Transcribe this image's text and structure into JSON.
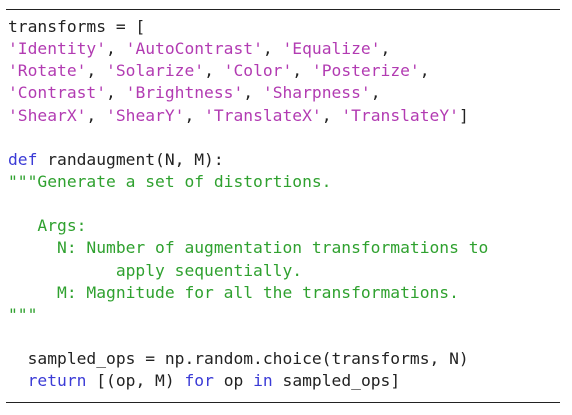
{
  "colors": {
    "string": "#b23bb2",
    "keyword": "#3b3bd6",
    "docstring": "#2fa12f",
    "text": "#222222"
  },
  "code": [
    [
      {
        "t": "plain",
        "v": "transforms = ["
      }
    ],
    [
      {
        "t": "str",
        "v": "'Identity'"
      },
      {
        "t": "plain",
        "v": ", "
      },
      {
        "t": "str",
        "v": "'AutoContrast'"
      },
      {
        "t": "plain",
        "v": ", "
      },
      {
        "t": "str",
        "v": "'Equalize'"
      },
      {
        "t": "plain",
        "v": ","
      }
    ],
    [
      {
        "t": "str",
        "v": "'Rotate'"
      },
      {
        "t": "plain",
        "v": ", "
      },
      {
        "t": "str",
        "v": "'Solarize'"
      },
      {
        "t": "plain",
        "v": ", "
      },
      {
        "t": "str",
        "v": "'Color'"
      },
      {
        "t": "plain",
        "v": ", "
      },
      {
        "t": "str",
        "v": "'Posterize'"
      },
      {
        "t": "plain",
        "v": ","
      }
    ],
    [
      {
        "t": "str",
        "v": "'Contrast'"
      },
      {
        "t": "plain",
        "v": ", "
      },
      {
        "t": "str",
        "v": "'Brightness'"
      },
      {
        "t": "plain",
        "v": ", "
      },
      {
        "t": "str",
        "v": "'Sharpness'"
      },
      {
        "t": "plain",
        "v": ","
      }
    ],
    [
      {
        "t": "str",
        "v": "'ShearX'"
      },
      {
        "t": "plain",
        "v": ", "
      },
      {
        "t": "str",
        "v": "'ShearY'"
      },
      {
        "t": "plain",
        "v": ", "
      },
      {
        "t": "str",
        "v": "'TranslateX'"
      },
      {
        "t": "plain",
        "v": ", "
      },
      {
        "t": "str",
        "v": "'TranslateY'"
      },
      {
        "t": "plain",
        "v": "]"
      }
    ],
    [],
    [
      {
        "t": "kw",
        "v": "def"
      },
      {
        "t": "plain",
        "v": " randaugment(N, M):"
      }
    ],
    [
      {
        "t": "doc",
        "v": "\"\"\"Generate a set of distortions."
      }
    ],
    [],
    [
      {
        "t": "doc",
        "v": "   Args:"
      }
    ],
    [
      {
        "t": "doc",
        "v": "     N: Number of augmentation transformations to"
      }
    ],
    [
      {
        "t": "doc",
        "v": "           apply sequentially."
      }
    ],
    [
      {
        "t": "doc",
        "v": "     M: Magnitude for all the transformations."
      }
    ],
    [
      {
        "t": "doc",
        "v": "\"\"\""
      }
    ],
    [],
    [
      {
        "t": "plain",
        "v": "  sampled_ops = np.random.choice(transforms, N)"
      }
    ],
    [
      {
        "t": "plain",
        "v": "  "
      },
      {
        "t": "kw",
        "v": "return"
      },
      {
        "t": "plain",
        "v": " [(op, M) "
      },
      {
        "t": "kw",
        "v": "for"
      },
      {
        "t": "plain",
        "v": " op "
      },
      {
        "t": "kw",
        "v": "in"
      },
      {
        "t": "plain",
        "v": " sampled_ops]"
      }
    ]
  ]
}
